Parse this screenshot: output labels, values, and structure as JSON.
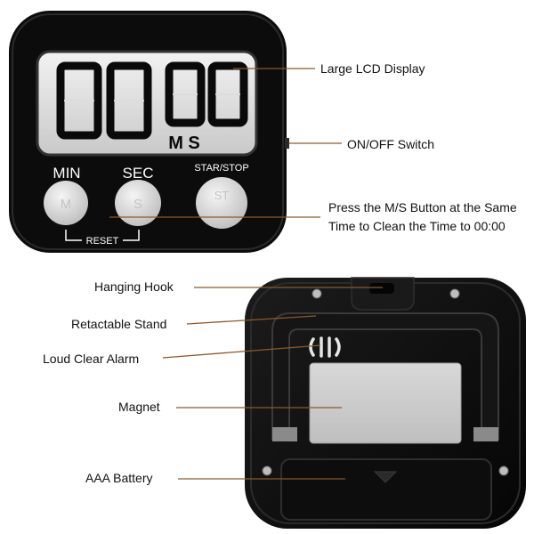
{
  "front": {
    "display_digits": "00:00",
    "display_units": "M S",
    "btn_min_label": "MIN",
    "btn_sec_label": "SEC",
    "btn_startstop_label": "STAR/STOP",
    "btn_min_glyph": "M",
    "btn_sec_glyph": "S",
    "btn_startstop_glyph": "ST",
    "reset_label": "RESET"
  },
  "callouts": {
    "lcd": "Large LCD Display",
    "onoff": "ON/OFF Switch",
    "ms_note_line1": "Press the M/S Button at the Same",
    "ms_note_line2": "Time to Clean the Time to 00:00",
    "hook": "Hanging Hook",
    "stand": "Retactable Stand",
    "alarm": "Loud Clear Alarm",
    "magnet": "Magnet",
    "battery": "AAA Battery"
  },
  "colors": {
    "body": "#0c0c0c",
    "lcd_bg": "#dcdcdc",
    "digit": "#0a0a0a",
    "button": "#d9d9d9",
    "leader": "#8a5a2b"
  }
}
